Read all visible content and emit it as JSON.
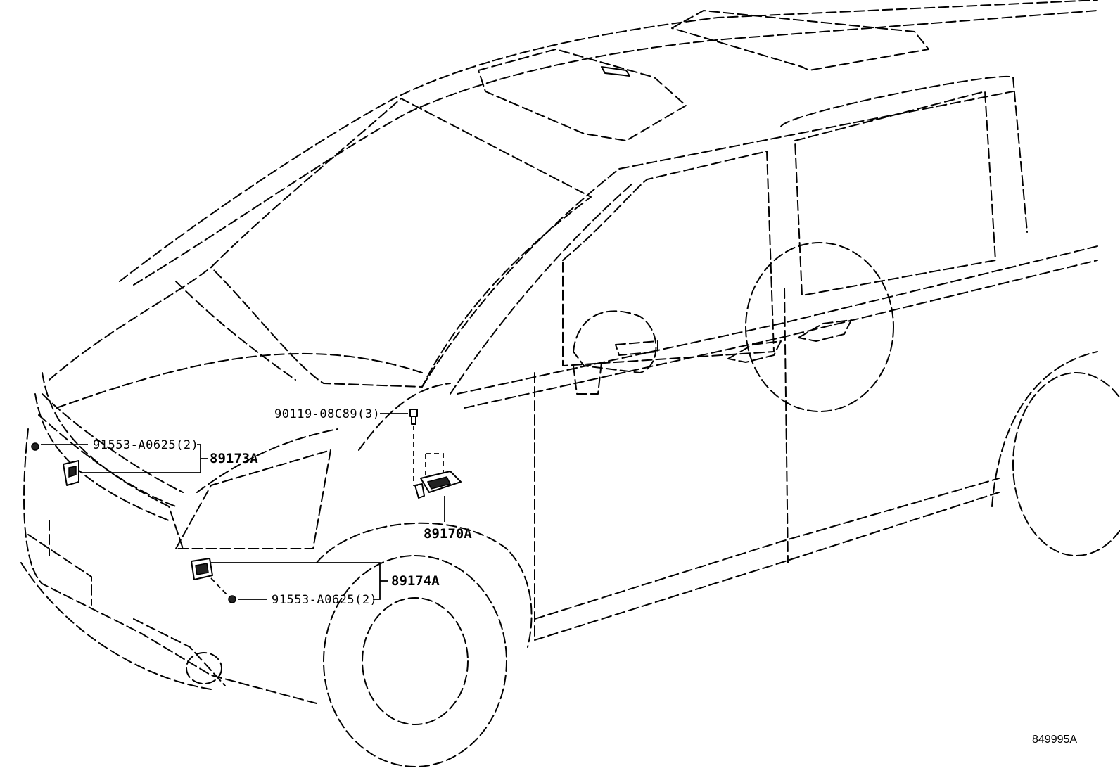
{
  "callouts": {
    "bolt_top": "90119-08C89(3)",
    "nut_upper": "91553-A0625(2)",
    "part_upper_sensor": "89173A",
    "part_center_sensor": "89170A",
    "part_lower_sensor": "89174A",
    "nut_lower": "91553-A0625(2)"
  },
  "reference_number": "849995A"
}
